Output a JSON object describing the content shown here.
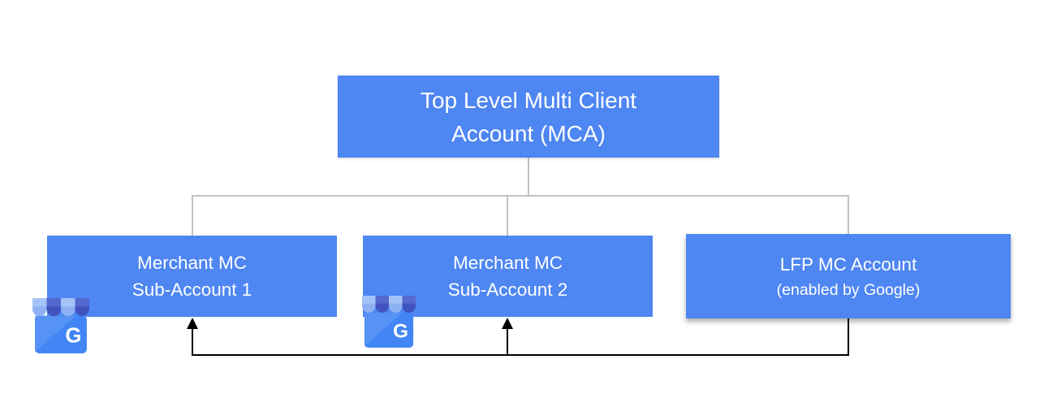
{
  "diagram": {
    "type": "org-chart",
    "colors": {
      "box_fill": "#4E86F2",
      "box_text": "#FFFFFF",
      "tree_line": "#C2C2C2",
      "arrow_line": "#000000",
      "icon_body": "#4285F4",
      "icon_awning_light": "#A4C3F8",
      "icon_awning_dark": "#5568CE"
    },
    "root": {
      "line1": "Top Level Multi Client",
      "line2": "Account (MCA)"
    },
    "children": [
      {
        "line1": "Merchant MC",
        "line2": "Sub-Account 1"
      },
      {
        "line1": "Merchant MC",
        "line2": "Sub-Account 2"
      },
      {
        "line1": "LFP MC Account",
        "line2": "(enabled by Google)"
      }
    ],
    "icon": {
      "name": "google-my-business",
      "letter": "G"
    }
  }
}
